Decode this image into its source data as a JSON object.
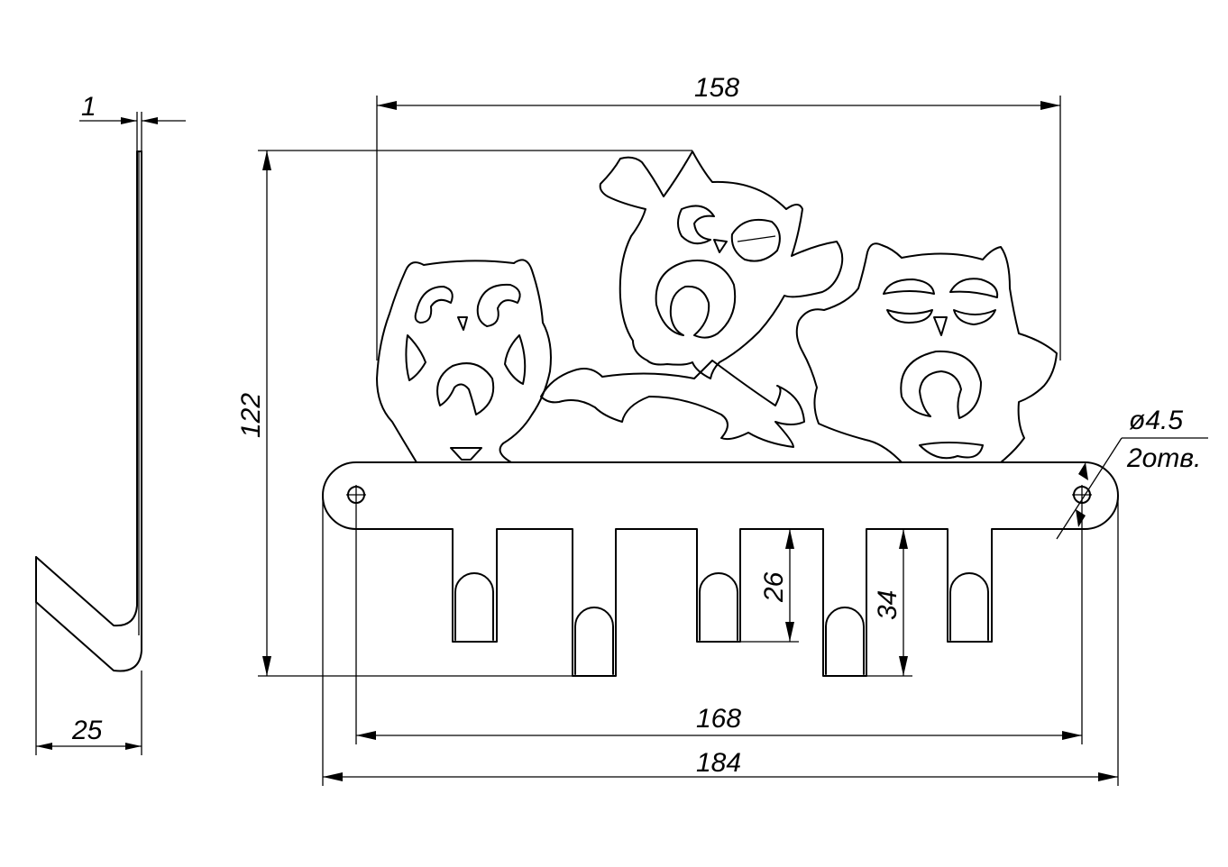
{
  "dimensions": {
    "thickness": "1",
    "depth": "25",
    "height": "122",
    "top_width": "158",
    "hole_spacing": "168",
    "total_width": "184",
    "hook_short": "26",
    "hook_long": "34",
    "hole_diameter": "ø4.5",
    "hole_count": "2отв."
  }
}
